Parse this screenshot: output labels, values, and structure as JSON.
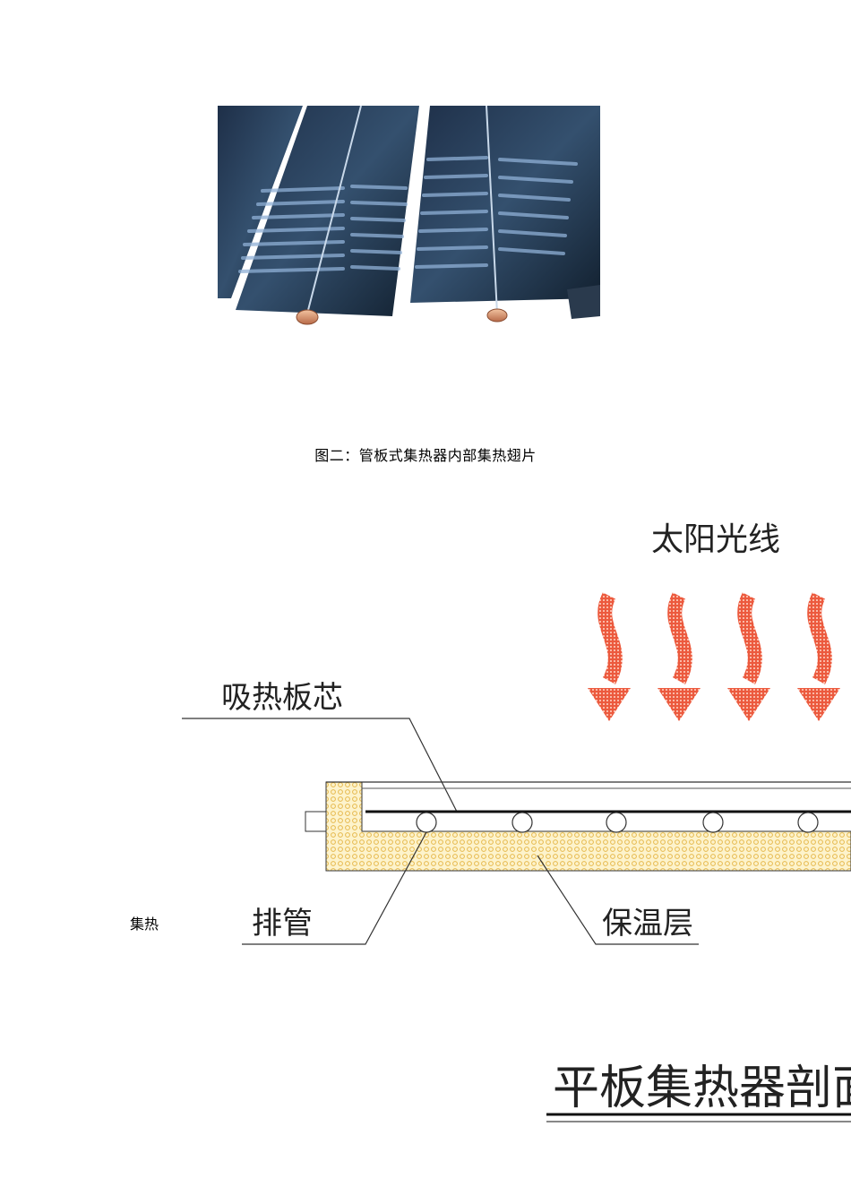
{
  "figure2": {
    "caption": "图二：管板式集热器内部集热翅片"
  },
  "diagram": {
    "sunlight_label": "太阳光线",
    "absorber_label": "吸热板芯",
    "pipes_label": "排管",
    "insulation_label": "保温层",
    "title": "平板集热器剖面"
  },
  "side_note": "集热",
  "colors": {
    "arrow_fill": "#f07050",
    "insulation_fill": "#fdf3cc",
    "insulation_dots": "#e6b84a"
  }
}
